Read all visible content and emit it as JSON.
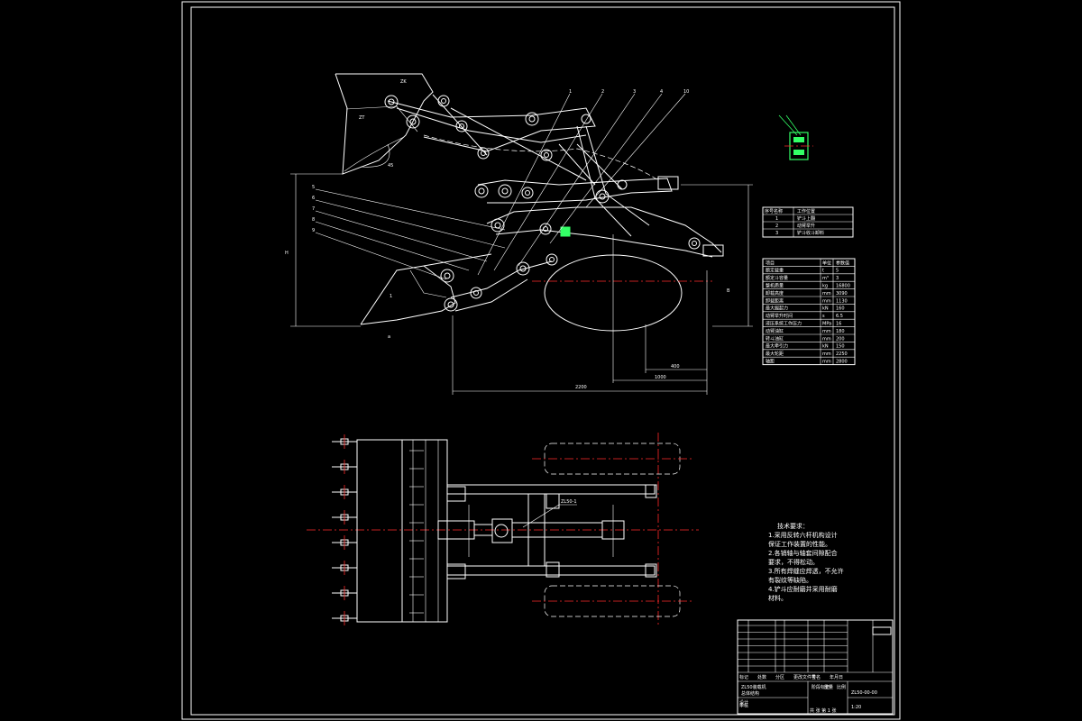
{
  "sheet": {
    "background": "#000000",
    "line_color": "#ffffff",
    "centerline_color": "#ff2a2a",
    "highlight_color": "#33ff66"
  },
  "side_view": {
    "balloons": [
      "1",
      "2",
      "3",
      "4",
      "5",
      "6",
      "7",
      "8",
      "9",
      "10"
    ],
    "angle_marks": [
      "45",
      "ZT",
      "ZK",
      "a"
    ],
    "dimensions": {
      "height": "H",
      "vertical": "B",
      "dim_a": "400",
      "dim_b": "1000",
      "dim_c": "2200"
    }
  },
  "top_view": {
    "callout": "ZL50-1"
  },
  "small_table": {
    "rows": [
      [
        "序号名称",
        "工作位置"
      ],
      [
        "1",
        "铲斗上翻"
      ],
      [
        "2",
        "动臂举升"
      ],
      [
        "3",
        "铲斗收斗卸料"
      ]
    ]
  },
  "params_table": {
    "header": [
      "项目",
      "单位",
      "参数值"
    ],
    "rows": [
      [
        "额定载重",
        "t",
        "5"
      ],
      [
        "额定斗容量",
        "m³",
        "3"
      ],
      [
        "整机质量",
        "kg",
        "16800"
      ],
      [
        "卸载高度",
        "mm",
        "3090"
      ],
      [
        "卸载距离",
        "mm",
        "1130"
      ],
      [
        "最大掘起力",
        "kN",
        "160"
      ],
      [
        "动臂举升时间",
        "s",
        "6.5"
      ],
      [
        "液压系统工作压力",
        "MPa",
        "16"
      ],
      [
        "动臂油缸",
        "mm",
        "180"
      ],
      [
        "转斗油缸",
        "mm",
        "200"
      ],
      [
        "最大牵引力",
        "kN",
        "150"
      ],
      [
        "最大轮距",
        "mm",
        "2250"
      ],
      [
        "轴距",
        "mm",
        "2800"
      ]
    ]
  },
  "notes": {
    "title": "技术要求：",
    "items": [
      "1.采用反转六杆机构设计",
      "  保证工作装置的性能。",
      "2.各销轴与轴套间隙配合",
      "  要求，不得松动。",
      "3.所有焊缝应焊透，不允许",
      "  有裂纹等缺陷。",
      "4.铲斗应耐磨并采用耐磨",
      "  材料。"
    ]
  },
  "title_block": {
    "drawing_title": "ZL50装载机",
    "subtitle": "总体结构",
    "drawing_no": "ZL50-00-00",
    "sheet": "共 张 第 1 张",
    "scale": "1:20",
    "labels": [
      "标记",
      "处数",
      "分区",
      "更改文件号",
      "签名",
      "年月日",
      "设计",
      "审核",
      "工艺",
      "批准",
      "阶段标记",
      "重量",
      "比例"
    ]
  }
}
